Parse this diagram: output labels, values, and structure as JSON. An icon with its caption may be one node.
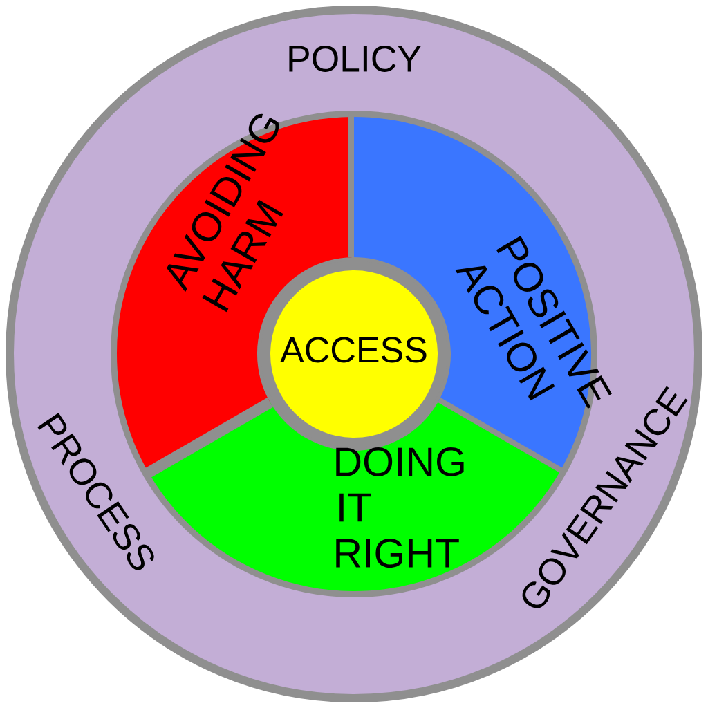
{
  "diagram": {
    "nodes": [
      {
        "text": [
          "POLICY",
          "PROCESS",
          "GOVERNANCE"
        ]
      },
      {
        "text": [
          "AVOIDING HARM"
        ],
        "in": 0
      },
      {
        "text": [
          "POSITIVE ACTION"
        ],
        "in": 0
      },
      {
        "text": [
          "DOING IT RIGHT"
        ],
        "in": 0
      },
      {
        "text": [
          "ACCESS"
        ],
        "in": 0
      }
    ]
  }
}
